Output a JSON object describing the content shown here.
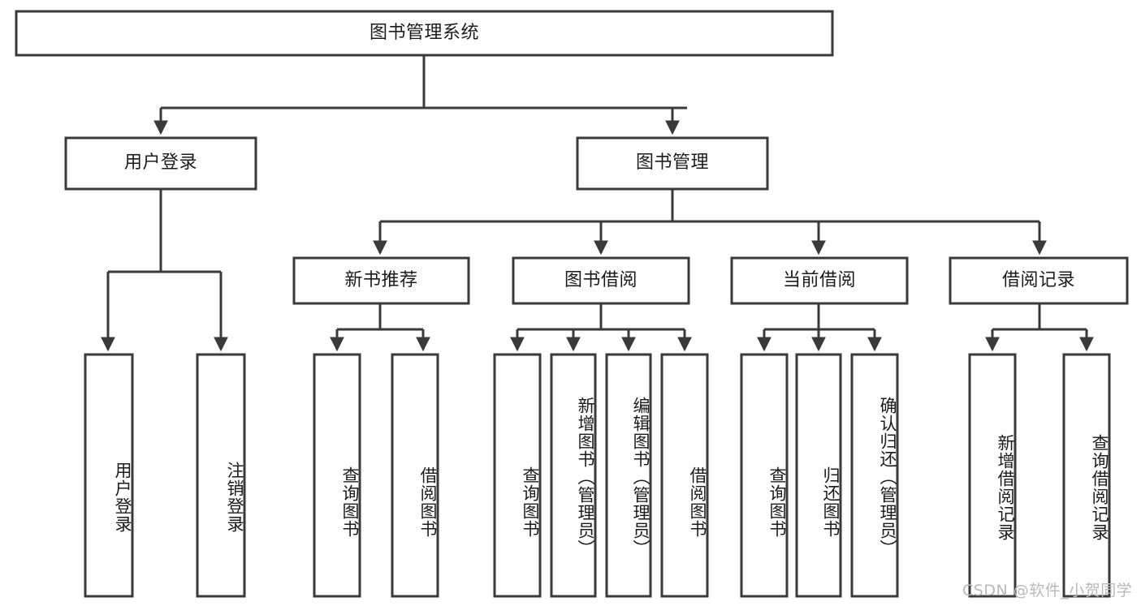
{
  "diagram": {
    "title": "图书管理系统",
    "type": "hierarchy-tree",
    "orientation": "top-down",
    "colors": {
      "box_stroke": "#3a3a3a",
      "box_fill": "#ffffff",
      "connector": "#3a3a3a",
      "text": "#1b1b1b",
      "watermark": "#b9b9b9",
      "background": "#ffffff"
    },
    "root": {
      "label": "图书管理系统"
    },
    "level2": [
      {
        "label": "用户登录"
      },
      {
        "label": "图书管理"
      }
    ],
    "level3": [
      {
        "label": "新书推荐"
      },
      {
        "label": "图书借阅"
      },
      {
        "label": "当前借阅"
      },
      {
        "label": "借阅记录"
      }
    ],
    "leaves": {
      "user_login": [
        {
          "label": "用户登录"
        },
        {
          "label": "注销登录"
        }
      ],
      "new_book_recommend": [
        {
          "label": "查询图书"
        },
        {
          "label": "借阅图书"
        }
      ],
      "book_borrow": [
        {
          "label": "查询图书"
        },
        {
          "label": "新增图书（管理员）"
        },
        {
          "label": "编辑图书（管理员）"
        },
        {
          "label": "借阅图书"
        }
      ],
      "current_borrow": [
        {
          "label": "查询图书"
        },
        {
          "label": "归还图书"
        },
        {
          "label": "确认归还（管理员）"
        }
      ],
      "borrow_record": [
        {
          "label": "新增借阅记录"
        },
        {
          "label": "查询借阅记录"
        }
      ]
    }
  },
  "watermark": {
    "text": "CSDN @软件_小贺同学"
  }
}
